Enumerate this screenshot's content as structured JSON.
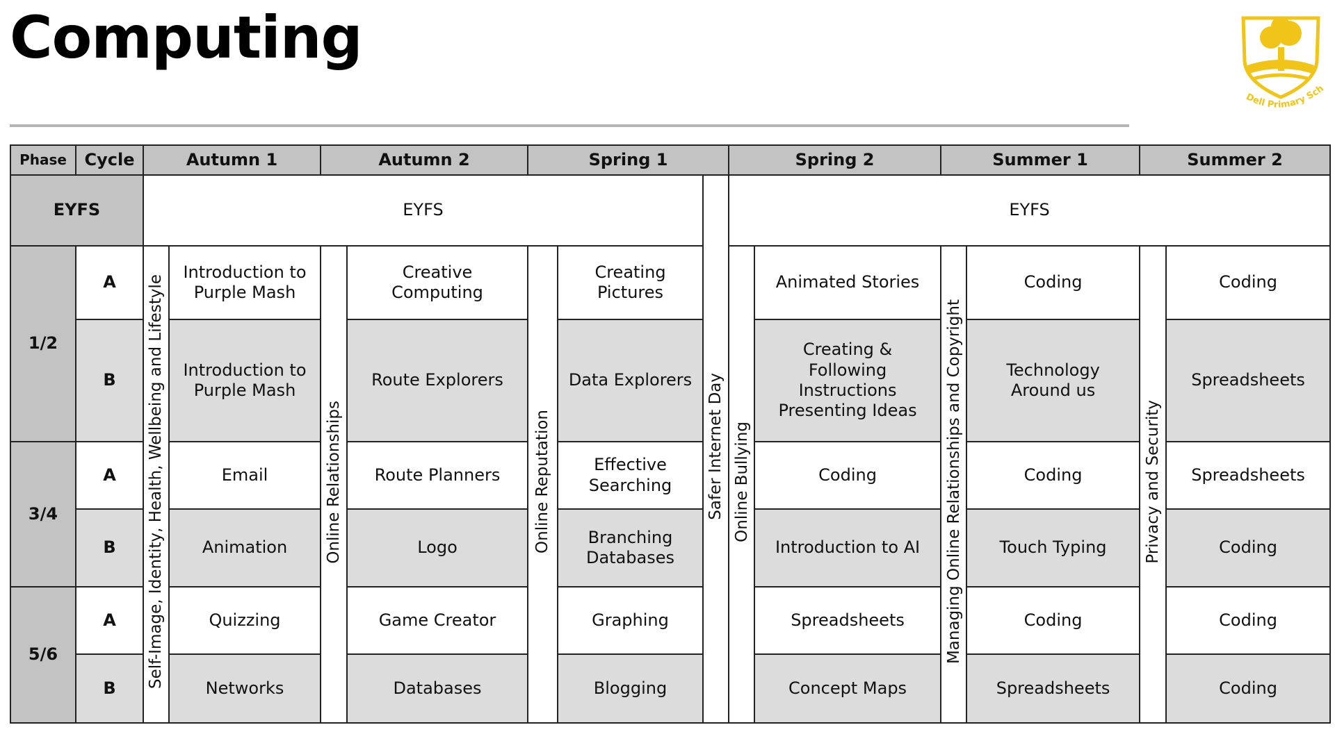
{
  "page": {
    "title": "Computing"
  },
  "logo": {
    "text": "Dell Primary School"
  },
  "headers": {
    "phase": "Phase",
    "cycle": "Cycle",
    "autumn1": "Autumn 1",
    "autumn2": "Autumn 2",
    "spring1": "Spring 1",
    "spring2": "Spring 2",
    "summer1": "Summer 1",
    "summer2": "Summer 2"
  },
  "eyfs": {
    "label": "EYFS",
    "left": "EYFS",
    "right": "EYFS"
  },
  "themes": {
    "autumn1": "Self-Image, Identity, Health, Wellbeing and Lifestyle",
    "autumn2": "Online Relationships",
    "spring1": "Online Reputation",
    "safer": "Safer Internet Day",
    "spring2": "Online Bullying",
    "summer1": "Managing Online Relationships and Copyright",
    "summer2": "Privacy and Security"
  },
  "phases": [
    {
      "label": "1/2",
      "rows": [
        {
          "cycle": "A",
          "autumn1": "Introduction to\nPurple Mash",
          "autumn2": "Creative\nComputing",
          "spring1": "Creating\nPictures",
          "spring2": "Animated Stories",
          "summer1": "Coding",
          "summer2": "Coding"
        },
        {
          "cycle": "B",
          "autumn1": "Introduction to\nPurple Mash",
          "autumn2": "Route Explorers",
          "spring1": "Data Explorers",
          "spring2": "Creating &\nFollowing\nInstructions\nPresenting Ideas",
          "summer1": "Technology\nAround us",
          "summer2": "Spreadsheets"
        }
      ]
    },
    {
      "label": "3/4",
      "rows": [
        {
          "cycle": "A",
          "autumn1": "Email",
          "autumn2": "Route Planners",
          "spring1": "Effective\nSearching",
          "spring2": "Coding",
          "summer1": "Coding",
          "summer2": "Spreadsheets"
        },
        {
          "cycle": "B",
          "autumn1": "Animation",
          "autumn2": "Logo",
          "spring1": "Branching\nDatabases",
          "spring2": "Introduction to AI",
          "summer1": "Touch Typing",
          "summer2": "Coding"
        }
      ]
    },
    {
      "label": "5/6",
      "rows": [
        {
          "cycle": "A",
          "autumn1": "Quizzing",
          "autumn2": "Game Creator",
          "spring1": "Graphing",
          "spring2": "Spreadsheets",
          "summer1": "Coding",
          "summer2": "Coding"
        },
        {
          "cycle": "B",
          "autumn1": "Networks",
          "autumn2": "Databases",
          "spring1": "Blogging",
          "spring2": "Concept Maps",
          "summer1": "Spreadsheets",
          "summer2": "Coding"
        }
      ]
    }
  ]
}
